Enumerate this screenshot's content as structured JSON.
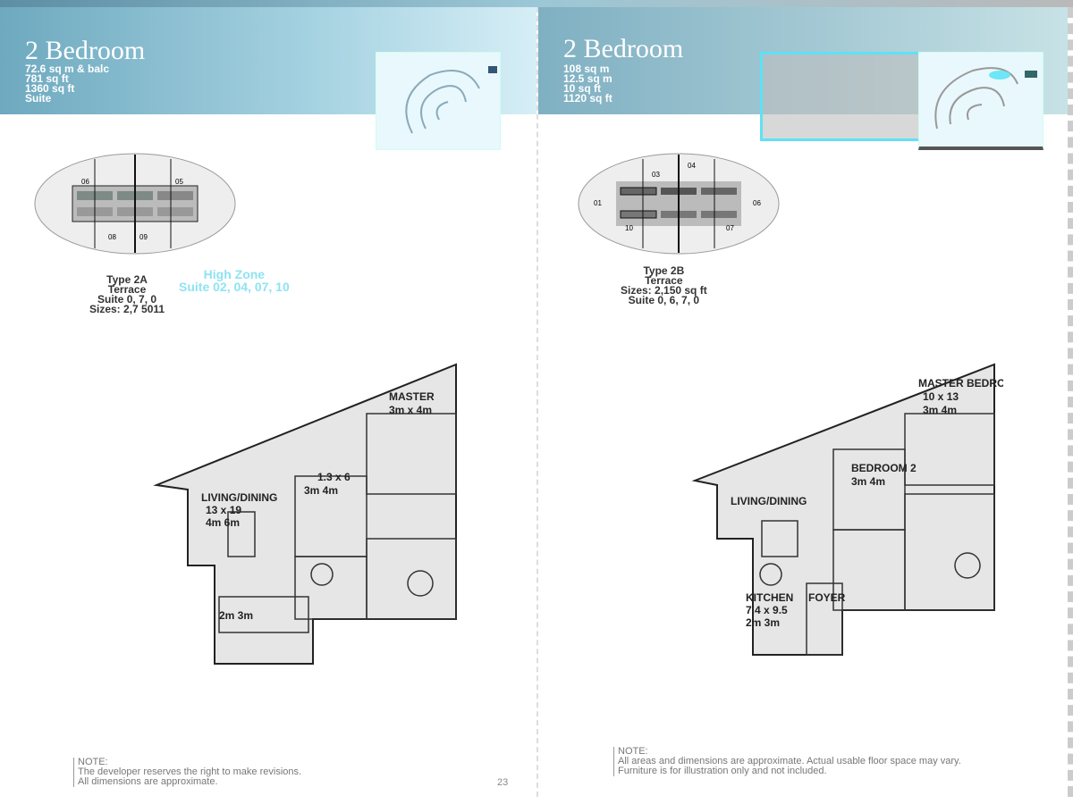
{
  "pages": [
    {
      "title": "2 Bedroom",
      "specs": [
        "72.6 sq m & balc",
        "781 sq ft",
        "1360 sq ft",
        "Suite"
      ],
      "keyplan": {
        "labels": [
          "06",
          "05",
          "08",
          "09"
        ]
      },
      "caption": [
        "Type 2A",
        "Terrace",
        "Suite 0, 7, 0",
        "Sizes: 2,7 5011"
      ],
      "zone": [
        "High Zone",
        "Suite 02, 04, 07, 10"
      ],
      "rooms": {
        "master": "MASTER",
        "master_dims": "3m x 4m",
        "bedroom2_dims": "1.3 x 6",
        "bedroom2_m": "3m 4m",
        "living": "LIVING/DINING",
        "living_dims": "13 x 19",
        "living_m": "4m 6m",
        "kitchen_m": "2m 3m"
      },
      "notes": [
        "NOTE:",
        "The developer reserves the right to make revisions.",
        "All dimensions are approximate."
      ],
      "page_number": "23"
    },
    {
      "title": "2 Bedroom",
      "specs": [
        "108 sq m",
        "12.5 sq m",
        "10 sq ft",
        "1120 sq ft"
      ],
      "keyplan": {
        "labels": [
          "03",
          "04",
          "01",
          "06",
          "10",
          "07"
        ]
      },
      "caption": [
        "Type 2B",
        "Terrace",
        "Sizes: 2,150 sq ft",
        "Suite 0, 6, 7, 0"
      ],
      "rooms": {
        "master": "MASTER BEDROOM",
        "master_dims": "10 x 13",
        "master_m": "3m 4m",
        "bedroom2": "BEDROOM 2",
        "bedroom2_m": "3m 4m",
        "living": "LIVING/DINING",
        "kitchen": "KITCHEN",
        "kitchen_dims": "7.4 x 9.5",
        "kitchen_m": "2m 3m",
        "foyer": "FOYER"
      },
      "notes": [
        "NOTE:",
        "All areas and dimensions are approximate. Actual usable floor space may vary.",
        "Furniture is for illustration only and not included."
      ]
    }
  ],
  "colors": {
    "accent": "#5fe1f5",
    "band": "#8fc3d4"
  }
}
